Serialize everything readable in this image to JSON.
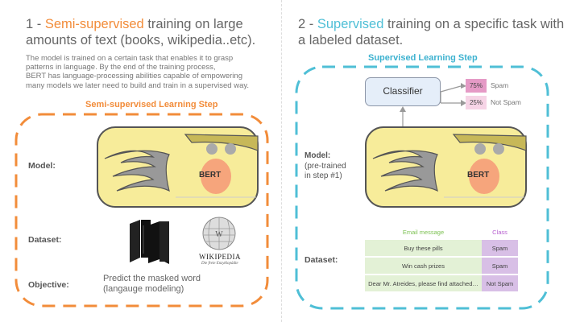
{
  "left": {
    "heading_prefix": "1 - ",
    "heading_highlight": "Semi-supervised",
    "heading_rest": " training on large amounts of text (books, wikipedia..etc).",
    "description_lines": [
      "The model is trained on a certain task that enables it to grasp",
      "patterns in language. By the end of the training process,",
      "BERT has language-processing abilities capable of empowering",
      "many models we later need to build and train in a supervised way."
    ],
    "step_title": "Semi-supervised Learning Step",
    "model_label": "Model:",
    "model_name": "BERT",
    "dataset_label": "Dataset:",
    "wikipedia_title": "Wikipedia",
    "wikipedia_subtitle": "Die freie Enzyklopädie",
    "objective_label": "Objective:",
    "objective_lines": [
      "Predict the masked word",
      "(langauge modeling)"
    ]
  },
  "right": {
    "heading_prefix": "2 - ",
    "heading_highlight": "Supervised",
    "heading_rest": " training on a specific task with a labeled dataset.",
    "step_title": "Supervised Learning Step",
    "classifier_label": "Classifier",
    "outputs": [
      {
        "percent": "75%",
        "label": "Spam"
      },
      {
        "percent": "25%",
        "label": "Not Spam"
      }
    ],
    "model_label_lines": [
      "Model:",
      "(pre-trained",
      "in step #1)"
    ],
    "model_name": "BERT",
    "dataset_label": "Dataset:",
    "table": {
      "headers": [
        "Email message",
        "Class"
      ],
      "rows": [
        [
          "Buy these pills",
          "Spam"
        ],
        [
          "Win cash prizes",
          "Spam"
        ],
        [
          "Dear Mr. Atreides, please find attached…",
          "Not Spam"
        ]
      ]
    }
  },
  "colors": {
    "orange": "#f28c3a",
    "blue": "#4fbfd6",
    "bert_face": "#f7ec9a",
    "nose": "#f6a57c",
    "spam_high": "#e59ac6",
    "spam_low": "#f6d4e6"
  }
}
